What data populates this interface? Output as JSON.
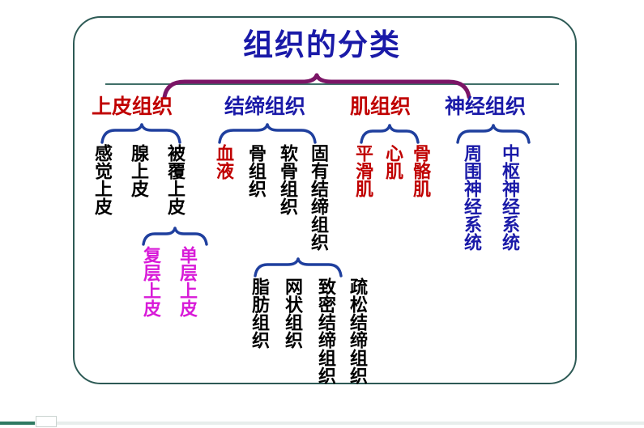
{
  "slide": {
    "title": "组织的分类",
    "title_color": "#1a1aa8",
    "frame_color": "#2d5a55",
    "rule_color": "#3f6f68",
    "root_brace_color": "#7b1566",
    "brace_color": "#1f3f9e"
  },
  "categories": [
    {
      "label": "上皮组织",
      "color": "#c00000"
    },
    {
      "label": "结缔组织",
      "color": "#1a1aa8"
    },
    {
      "label": "肌组织",
      "color": "#c00000"
    },
    {
      "label": "神经组织",
      "color": "#1a1aa8"
    }
  ],
  "epithelial": {
    "children": [
      {
        "label": "感觉上皮",
        "color": "#000000"
      },
      {
        "label": "腺上皮",
        "color": "#000000"
      },
      {
        "label": "被覆上皮",
        "color": "#000000"
      }
    ],
    "grandchildren": [
      {
        "label": "复层上皮",
        "color": "#d81ad8"
      },
      {
        "label": "单层上皮",
        "color": "#d81ad8"
      }
    ]
  },
  "connective": {
    "children": [
      {
        "label": "血液",
        "color": "#c00000"
      },
      {
        "label": "骨组织",
        "color": "#000000"
      },
      {
        "label": "软骨组织",
        "color": "#000000"
      },
      {
        "label": "固有结缔组织",
        "color": "#000000"
      }
    ],
    "grandchildren": [
      {
        "label": "脂肪组织",
        "color": "#000000"
      },
      {
        "label": "网状组织",
        "color": "#000000"
      },
      {
        "label": "致密结缔组织",
        "color": "#000000"
      },
      {
        "label": "疏松结缔组织",
        "color": "#000000"
      }
    ]
  },
  "muscle": {
    "children": [
      {
        "label": "平滑肌",
        "color": "#c00000"
      },
      {
        "label": "心肌",
        "color": "#c00000"
      },
      {
        "label": "骨骼肌",
        "color": "#c00000"
      }
    ]
  },
  "nervous": {
    "children": [
      {
        "label": "周围神经系统",
        "color": "#1a1aa8"
      },
      {
        "label": "中枢神经系统",
        "color": "#1a1aa8"
      }
    ]
  },
  "bottombar": {
    "progress_percent": 5,
    "progress_color": "#2f7a62"
  }
}
